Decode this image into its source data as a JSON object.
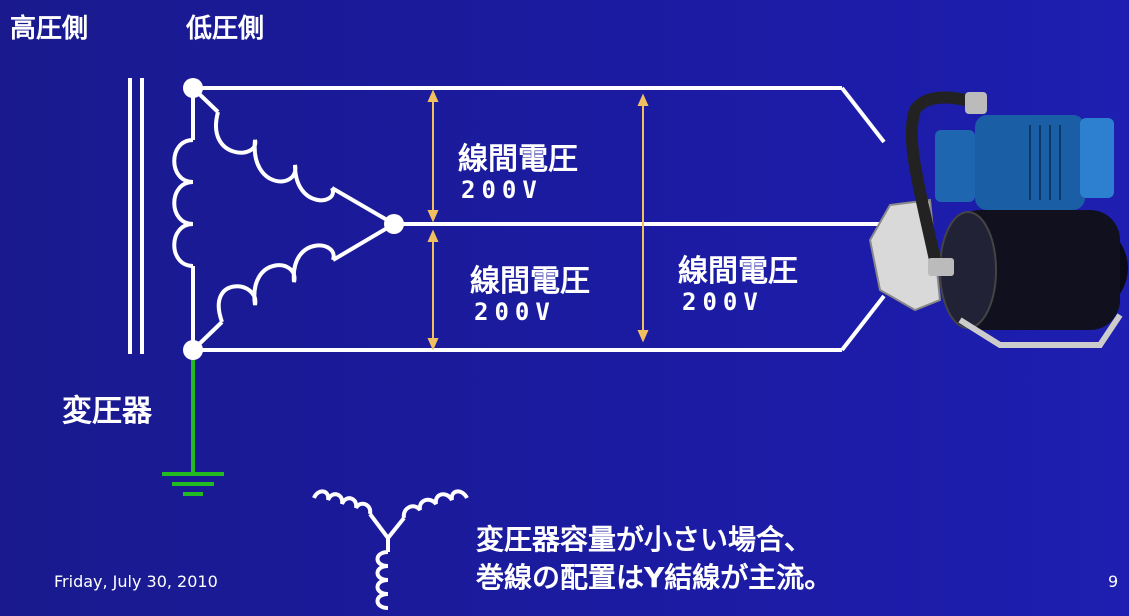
{
  "header": {
    "high_side": "高圧側",
    "low_side": "低圧側"
  },
  "labels": {
    "transformer": "変圧器"
  },
  "voltages": [
    {
      "title": "線間電圧",
      "value": "200V"
    },
    {
      "title": "線間電圧",
      "value": "200V"
    },
    {
      "title": "線間電圧",
      "value": "200V"
    }
  ],
  "note": {
    "line1": "変圧器容量が小さい場合、",
    "line2": "巻線の配置はY結線が主流。"
  },
  "footer": {
    "date": "Friday, July 30, 2010",
    "page": "9"
  },
  "colors": {
    "background": "#1a1a9e",
    "wire": "#ffffff",
    "ground": "#22bb22",
    "arrow": "#f0c060"
  },
  "icons": [
    "pump-motor-icon",
    "ground-symbol-icon",
    "coil-icon"
  ]
}
